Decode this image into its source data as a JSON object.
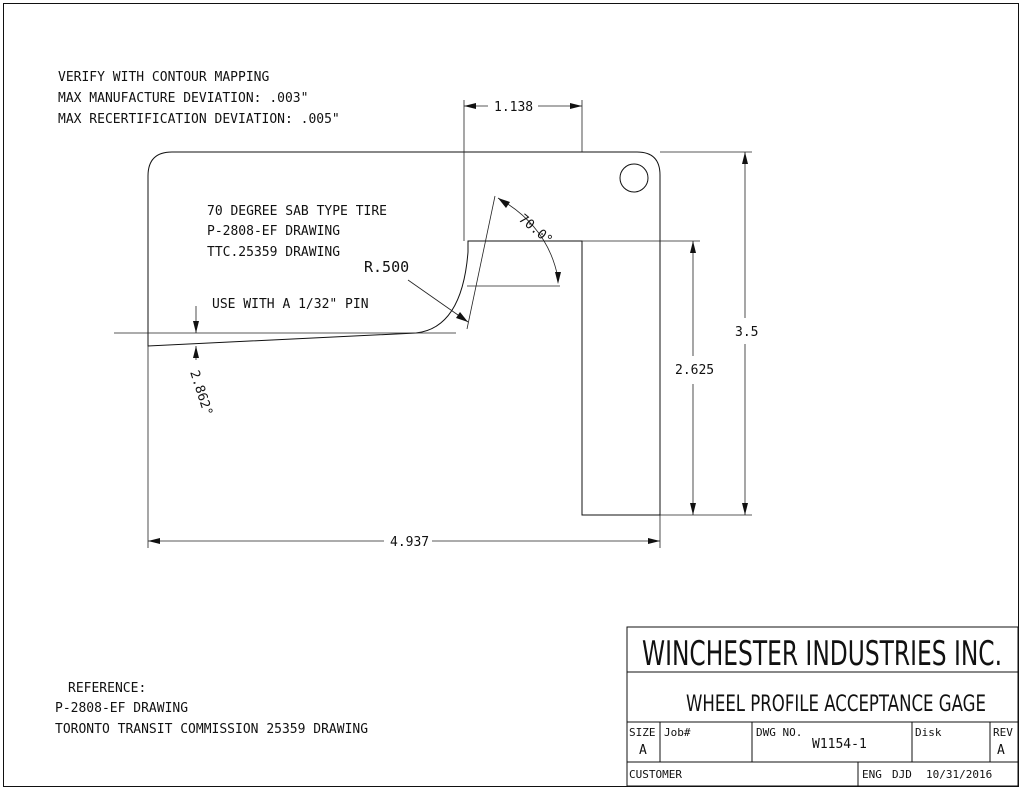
{
  "notes_top": [
    "VERIFY WITH CONTOUR MAPPING",
    "MAX MANUFACTURE DEVIATION: .003\"",
    "MAX RECERTIFICATION DEVIATION: .005\""
  ],
  "part_notes": [
    "70 DEGREE SAB TYPE TIRE",
    "P-2808-EF DRAWING",
    "TTC.25359 DRAWING"
  ],
  "pin_note": "USE WITH A 1/32\" PIN",
  "dimensions": {
    "top_width": "1.138",
    "angle": "70.0°",
    "radius": "R.500",
    "total_height": "3.5",
    "leg_height": "2.625",
    "total_width": "4.937",
    "offset": "2.862°"
  },
  "references": {
    "heading": "REFERENCE:",
    "items": [
      "P-2808-EF DRAWING",
      "TORONTO TRANSIT COMMISSION 25359 DRAWING"
    ]
  },
  "title_block": {
    "company": "WINCHESTER INDUSTRIES INC.",
    "title": "WHEEL PROFILE ACCEPTANCE GAGE",
    "size_label": "SIZE",
    "size_value": "A",
    "job_label": "Job#",
    "dwg_label": "DWG NO.",
    "dwg_value": "W1154-1",
    "disk_label": "Disk",
    "rev_label": "REV",
    "rev_value": "A",
    "customer_label": "CUSTOMER",
    "eng_label": "ENG",
    "eng_value": "DJD",
    "date": "10/31/2016"
  }
}
